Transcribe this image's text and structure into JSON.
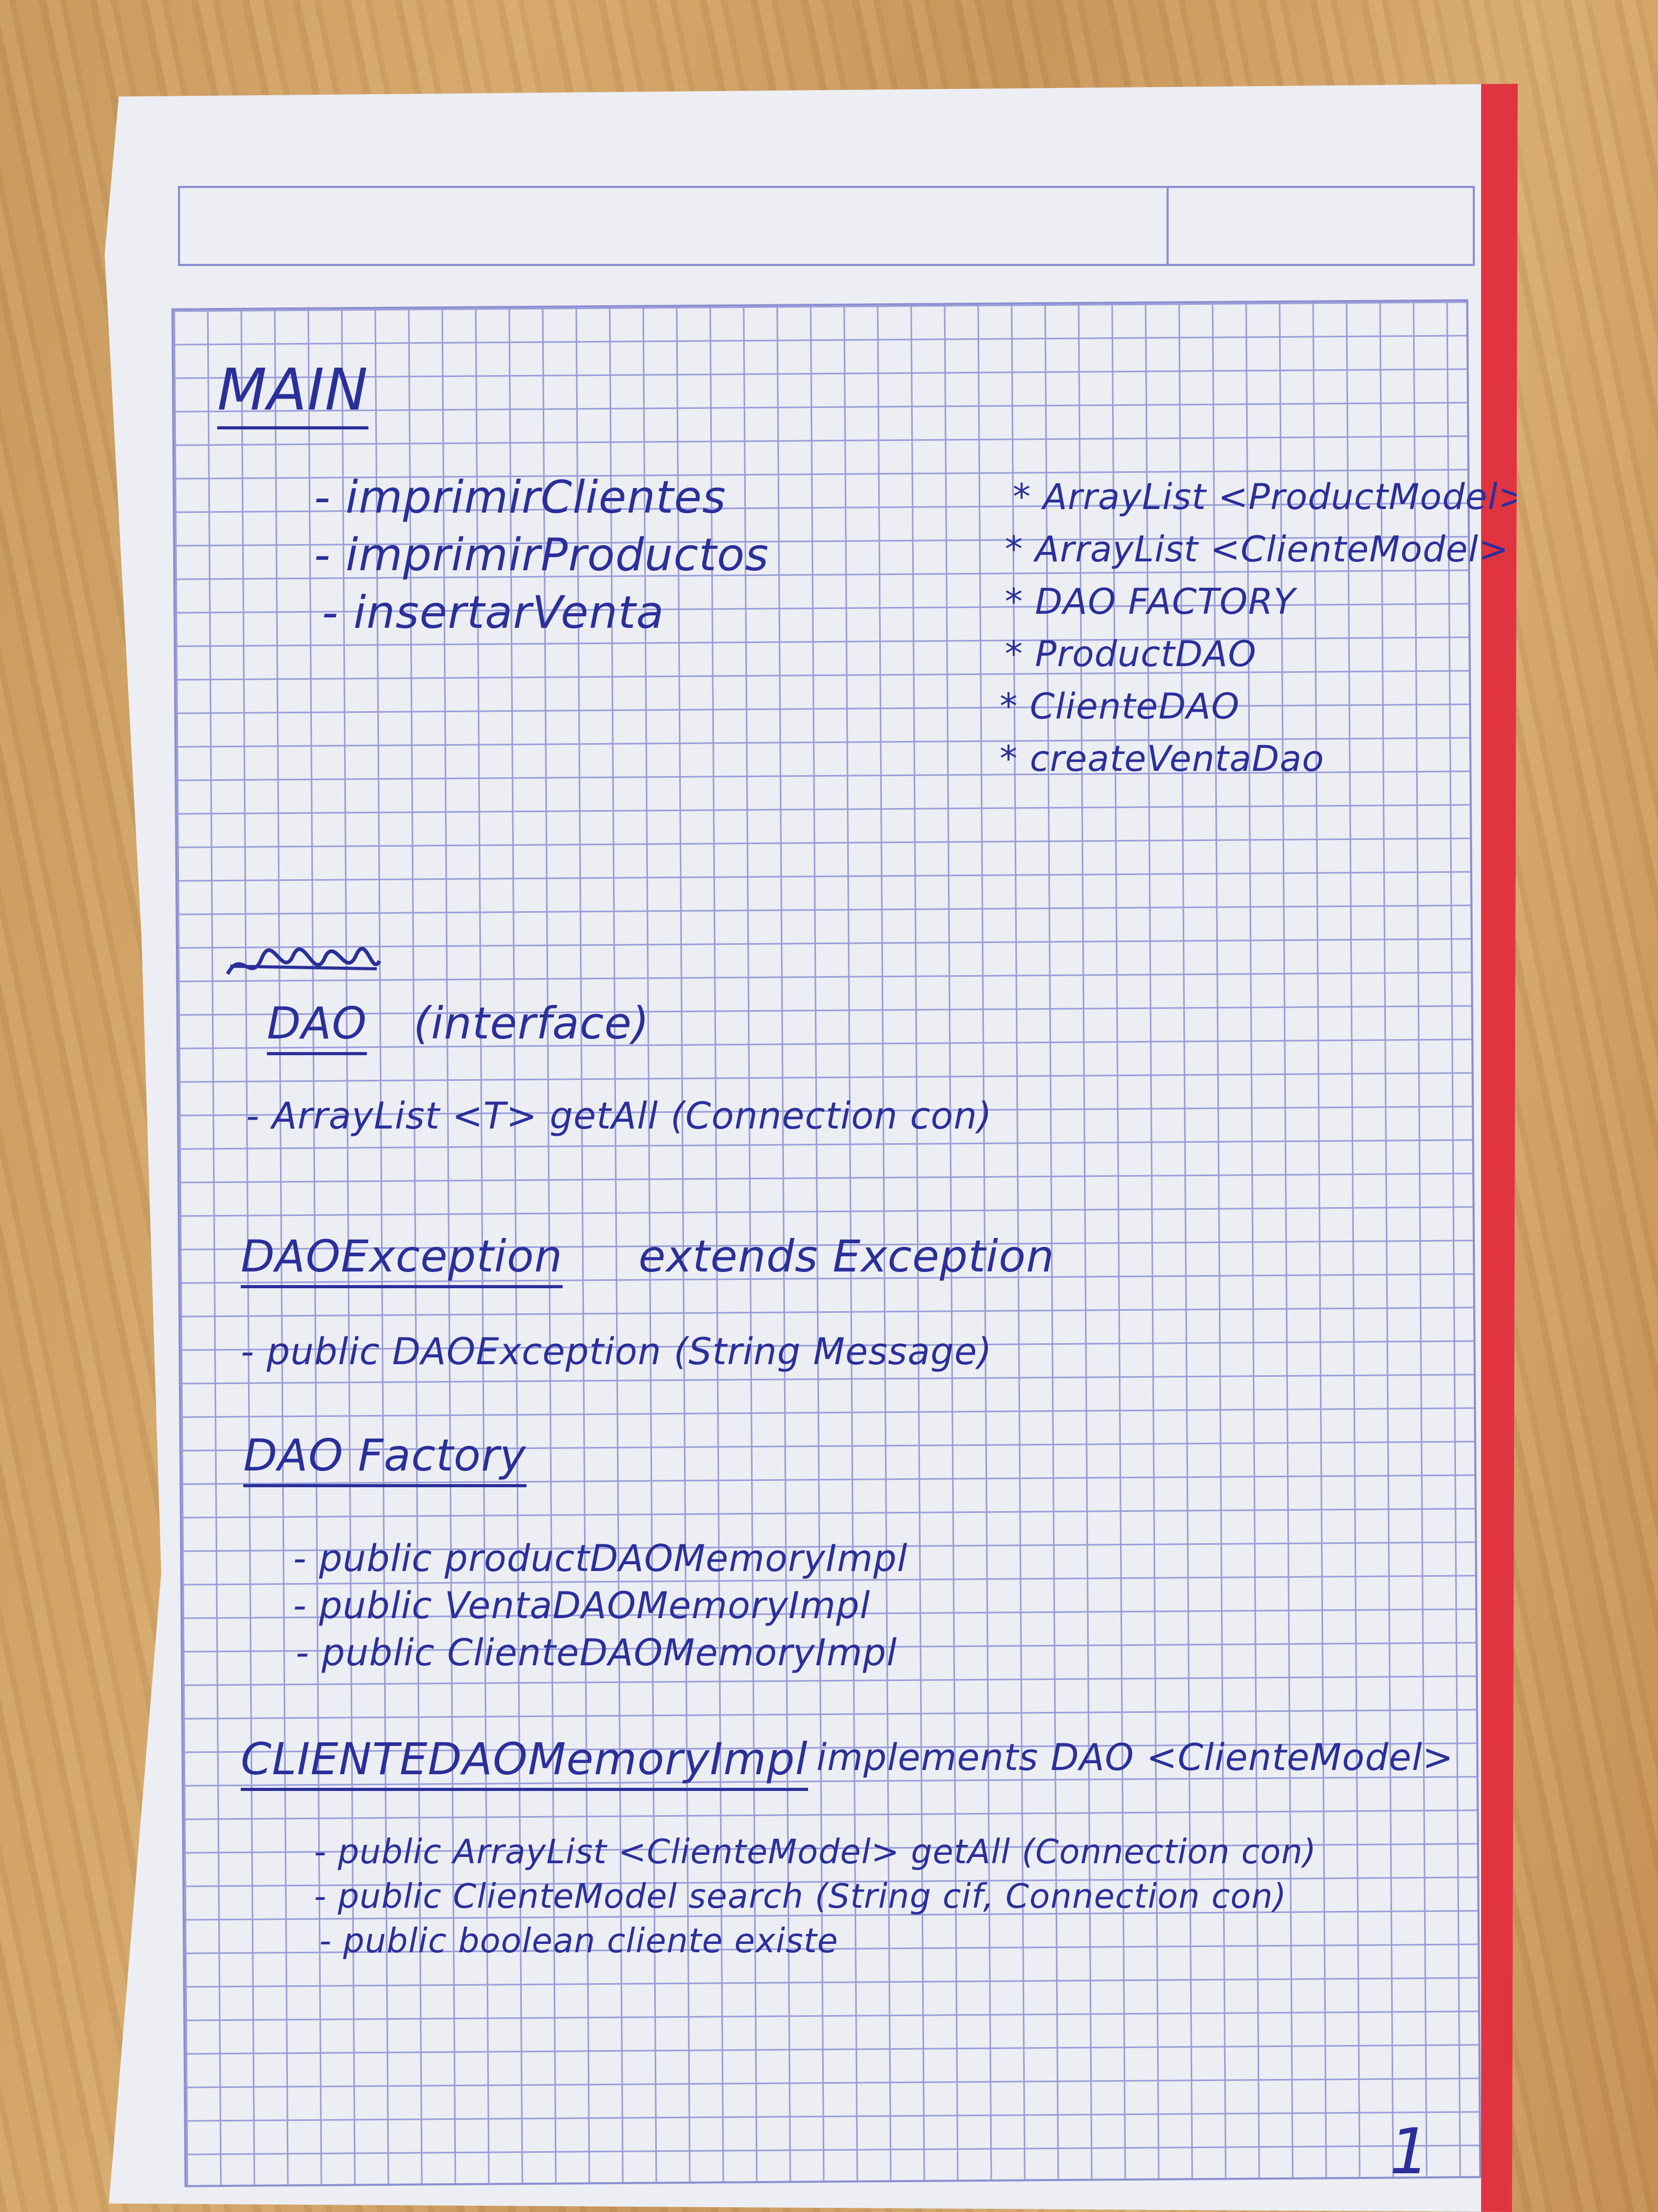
{
  "page": {
    "main_title": "MAIN",
    "main_methods": [
      "- imprimirClientes",
      "- imprimirProductos",
      "- insertarVenta"
    ],
    "main_fields": [
      "* ArrayList <ProductModel>",
      "* ArrayList <ClienteModel>",
      "* DAO FACTORY",
      "* ProductDAO",
      "* ClienteDAO",
      "* createVentaDao"
    ],
    "dao": {
      "title": "DAO",
      "note": "(interface)",
      "method": "- ArrayList <T> getAll (Connection con)"
    },
    "dao_exception": {
      "title": "DAOException",
      "extends": "extends Exception",
      "method": "- public DAOException (String Message)"
    },
    "dao_factory": {
      "title": "DAO Factory",
      "methods": [
        "- public productDAOMemoryImpl",
        "- public VentaDAOMemoryImpl",
        "- public ClienteDAOMemoryImpl"
      ]
    },
    "cliente_dao": {
      "title": "CLIENTEDAOMemoryImpl",
      "implements": "implements DAO <ClienteModel>",
      "methods": [
        "- public ArrayList <ClienteModel> getAll (Connection con)",
        "- public ClienteModel search (String cif, Connection con)",
        "- public boolean cliente existe"
      ]
    },
    "page_number": "1"
  },
  "colors": {
    "ink": "#2b2f9a",
    "grid": "#9a9dda",
    "margin": "#e03540",
    "paper": "#eceef3"
  }
}
